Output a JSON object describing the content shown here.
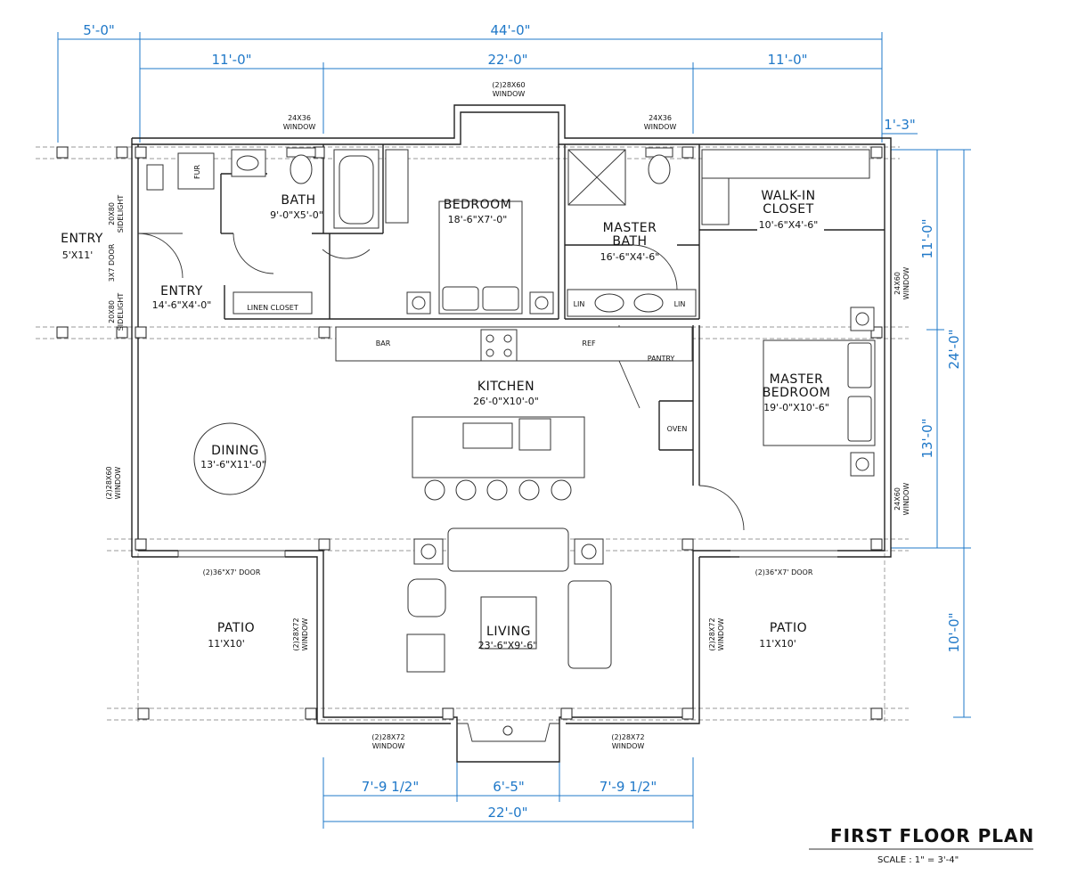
{
  "title": "FIRST FLOOR PLAN",
  "scale": "SCALE : 1\" = 3'-4\"",
  "dimensions": {
    "top_porch": "5'-0\"",
    "top_overall": "44'-0\"",
    "top_left": "11'-0\"",
    "top_mid": "22'-0\"",
    "top_right": "11'-0\"",
    "right_offset": "1'-3\"",
    "right_upper": "11'-0\"",
    "right_overall": "24'-0\"",
    "right_lower": "13'-0\"",
    "right_patio": "10'-0\"",
    "bottom_left": "7'-9 1/2\"",
    "bottom_mid": "6'-5\"",
    "bottom_right": "7'-9 1/2\"",
    "bottom_overall": "22'-0\""
  },
  "rooms": {
    "entry_outside": {
      "name": "ENTRY",
      "size": "5'X11'"
    },
    "entry": {
      "name": "ENTRY",
      "size": "14'-6\"X4'-0\""
    },
    "bath": {
      "name": "BATH",
      "size": "9'-0\"X5'-0\""
    },
    "bedroom": {
      "name": "BEDROOM",
      "size": "18'-6\"X7'-0\""
    },
    "master_bath": {
      "line1": "MASTER",
      "line2": "BATH",
      "size": "16'-6\"X4'-6\""
    },
    "walk_in_closet": {
      "line1": "WALK-IN",
      "line2": "CLOSET",
      "size": "10'-6\"X4'-6\""
    },
    "kitchen": {
      "name": "KITCHEN",
      "size": "26'-0\"X10'-0\""
    },
    "dining": {
      "name": "DINING",
      "size": "13'-6\"X11'-0\""
    },
    "master_bedroom": {
      "line1": "MASTER",
      "line2": "BEDROOM",
      "size": "19'-0\"X10'-6\""
    },
    "patio_left": {
      "name": "PATIO",
      "size": "11'X10'"
    },
    "patio_right": {
      "name": "PATIO",
      "size": "11'X10'"
    },
    "living": {
      "name": "LIVING",
      "size": "23'-6\"X9'-6\""
    }
  },
  "fixtures": {
    "linen_closet": "LINEN CLOSET",
    "fur": "FUR",
    "bar": "BAR",
    "ref": "REF",
    "pantry": "PANTRY",
    "oven": "OVEN",
    "lin_left": "LIN",
    "lin_right": "LIN"
  },
  "notes": {
    "win_top_center_1": "(2)28X60",
    "win_top_center_2": "WINDOW",
    "win_top_left_1": "24X36",
    "win_top_left_2": "WINDOW",
    "win_top_right_1": "24X36",
    "win_top_right_2": "WINDOW",
    "sidelight_top": "20X80",
    "sidelight_top_2": "SIDELIGHT",
    "door_3x7": "3X7 DOOR",
    "sidelight_bot": "20X80",
    "sidelight_bot_2": "SIDELIGHT",
    "win_dining_1": "(2)28X60",
    "win_dining_2": "WINDOW",
    "win_right_upper_1": "24X60",
    "win_right_upper_2": "WINDOW",
    "win_right_lower_1": "24X60",
    "win_right_lower_2": "WINDOW",
    "door_left": "(2)36\"X7' DOOR",
    "door_right": "(2)36\"X7' DOOR",
    "win_living_left_1": "(2)28X72",
    "win_living_left_2": "WINDOW",
    "win_living_right_1": "(2)28X72",
    "win_living_right_2": "WINDOW",
    "win_bottom_left_1": "(2)28X72",
    "win_bottom_left_2": "WINDOW",
    "win_bottom_right_1": "(2)28X72",
    "win_bottom_right_2": "WINDOW"
  },
  "colors": {
    "dimension": "#1f78c8",
    "lines": "#222222",
    "background": "#ffffff"
  }
}
